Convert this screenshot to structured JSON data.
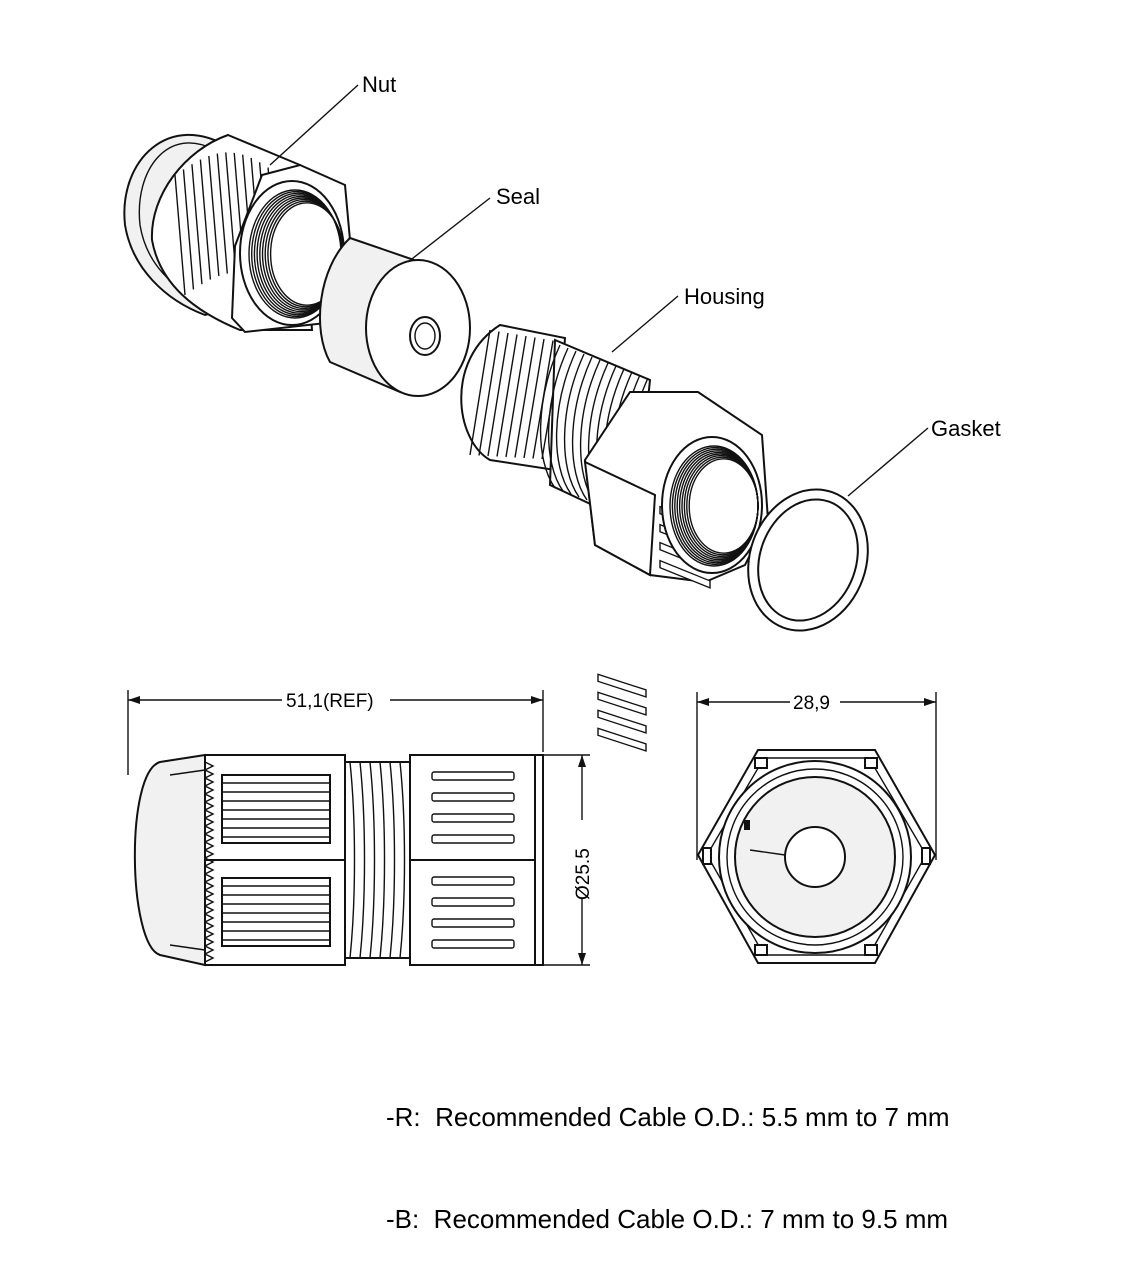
{
  "labels": {
    "nut": "Nut",
    "seal": "Seal",
    "housing": "Housing",
    "gasket": "Gasket"
  },
  "dimensions": {
    "length": "51,1(REF)",
    "width": "28,9",
    "diameter": "Ø25.5"
  },
  "notes": [
    "-R:  Recommended Cable O.D.: 5.5 mm to 7 mm",
    "-B:  Recommended Cable O.D.: 7 mm to 9.5 mm"
  ]
}
